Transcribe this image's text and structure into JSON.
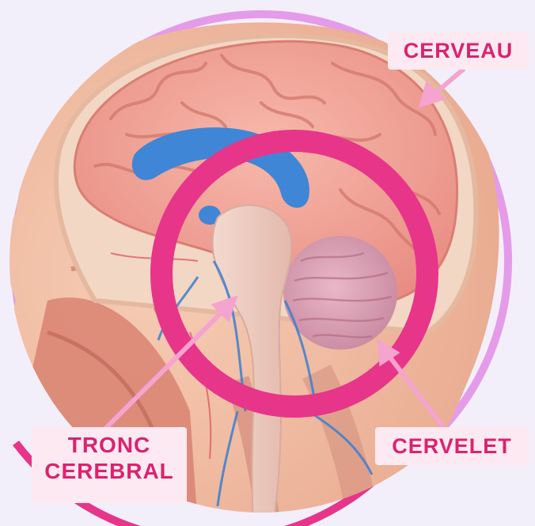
{
  "labels": {
    "cerveau": "CERVEAU",
    "tronc_line1": "TRONC",
    "tronc_line2": "CEREBRAL",
    "cervelet": "CERVELET"
  },
  "colors": {
    "accent_pink": "#e7358a",
    "label_text": "#d9236f",
    "label_bg": "#fde9f1",
    "arrow_pink": "#f5a3cf",
    "outer_ring": "#e08ce6",
    "ventricle_blue": "#3f86d6",
    "brain_pink": "#f3a89e",
    "background": "#f3effa"
  },
  "icons": {
    "arrows": "pointer-arrow"
  }
}
